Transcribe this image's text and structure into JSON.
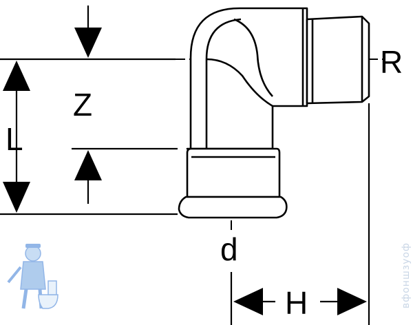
{
  "diagram": {
    "labels": {
      "z": "Z",
      "l": "L",
      "r": "R",
      "d": "d",
      "h": "H"
    },
    "watermark": {
      "text": "вфоншзуоф"
    },
    "colors": {
      "line": "#000000",
      "background": "#ffffff",
      "watermark": "#c9d6e6",
      "mascot": "#3a7bd5"
    }
  }
}
